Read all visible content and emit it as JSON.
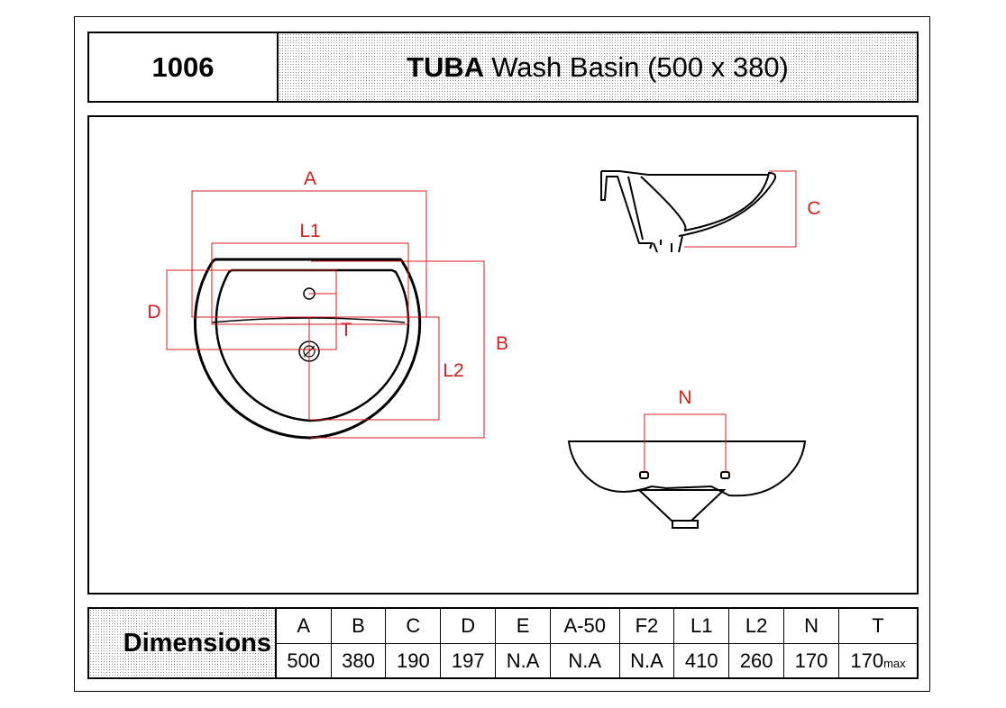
{
  "header": {
    "code": "1006",
    "brand": "TUBA",
    "product": "Wash Basin (500 x 380)"
  },
  "drawing": {
    "labels": {
      "a": "A",
      "l1": "L1",
      "d": "D",
      "t": "T",
      "b": "B",
      "l2": "L2",
      "c": "C",
      "n": "N"
    },
    "dimension_color": "#d41e1e"
  },
  "dimensions": {
    "title": "Dimensions",
    "columns": [
      {
        "key": "A",
        "value": "500",
        "suffix": ""
      },
      {
        "key": "B",
        "value": "380",
        "suffix": ""
      },
      {
        "key": "C",
        "value": "190",
        "suffix": ""
      },
      {
        "key": "D",
        "value": "197",
        "suffix": ""
      },
      {
        "key": "E",
        "value": "N.A",
        "suffix": ""
      },
      {
        "key": "A-50",
        "value": "N.A",
        "suffix": ""
      },
      {
        "key": "F2",
        "value": "N.A",
        "suffix": ""
      },
      {
        "key": "L1",
        "value": "410",
        "suffix": ""
      },
      {
        "key": "L2",
        "value": "260",
        "suffix": ""
      },
      {
        "key": "N",
        "value": "170",
        "suffix": ""
      },
      {
        "key": "T",
        "value": "170",
        "suffix": "max"
      }
    ]
  }
}
